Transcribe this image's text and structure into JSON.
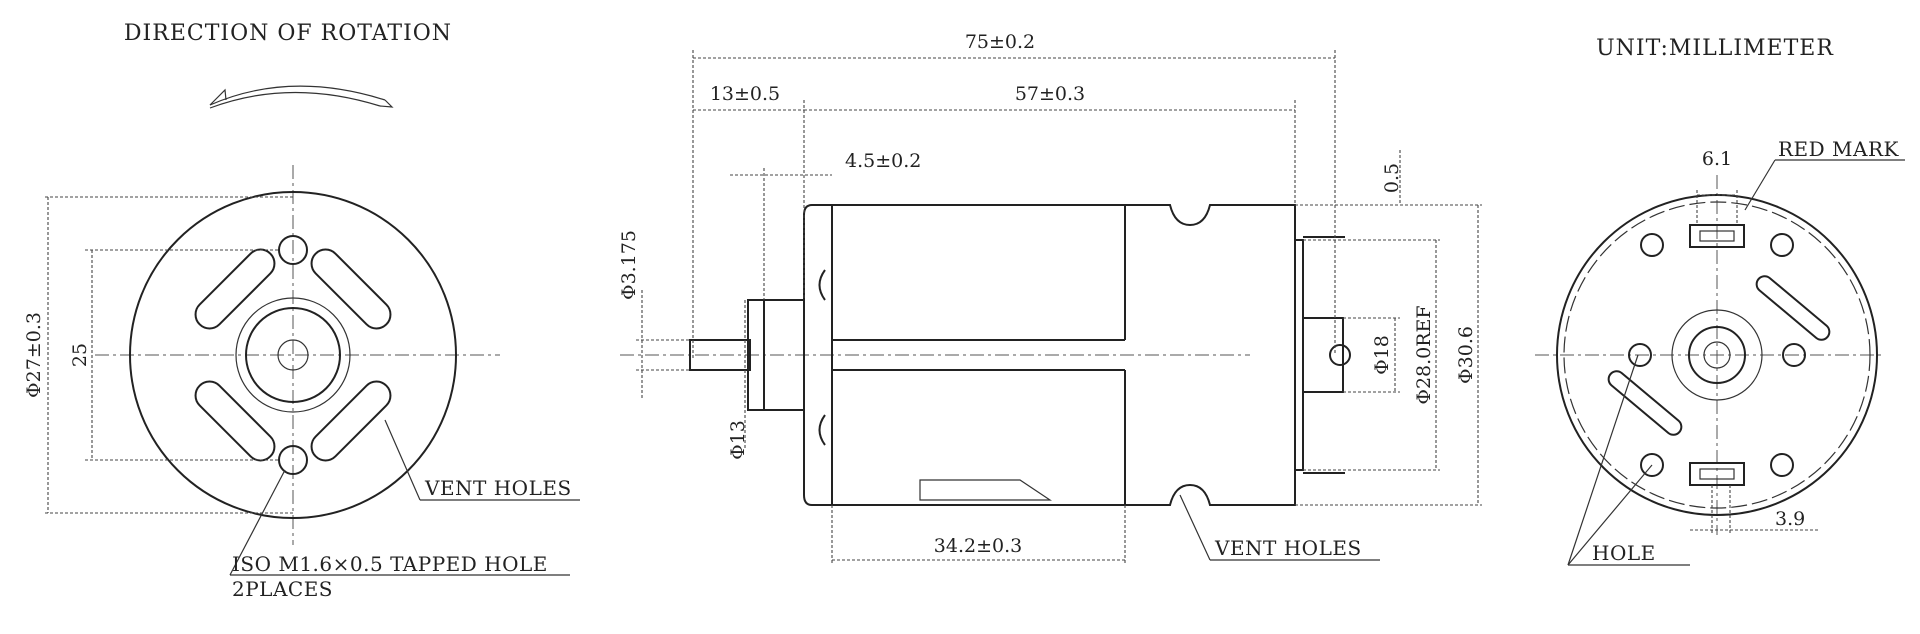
{
  "titles": {
    "rotation": "DIRECTION OF ROTATION",
    "unit": "UNIT:MILLIMETER"
  },
  "dimensions": {
    "overall_length": "75±0.2",
    "shaft_length": "13±0.5",
    "body_length": "57±0.3",
    "boss_length": "4.5±0.2",
    "shaft_dia": "Φ3.175",
    "boss_dia": "Φ13",
    "can_length": "34.2±0.3",
    "brush_dia": "Φ18",
    "end_cap_dia": "Φ28.0REF",
    "body_dia": "Φ30.6",
    "offset": "0.5",
    "front_dia": "Φ27±0.3",
    "hole_spacing": "25",
    "terminal_width": "6.1",
    "terminal_offset": "3.9"
  },
  "labels": {
    "vent_holes_front": "VENT HOLES",
    "vent_holes_side": "VENT HOLES",
    "tapped_hole_line1": "ISO M1.6×0.5 TAPPED HOLE",
    "tapped_hole_line2": "2PLACES",
    "red_mark": "RED MARK",
    "hole": "HOLE"
  }
}
